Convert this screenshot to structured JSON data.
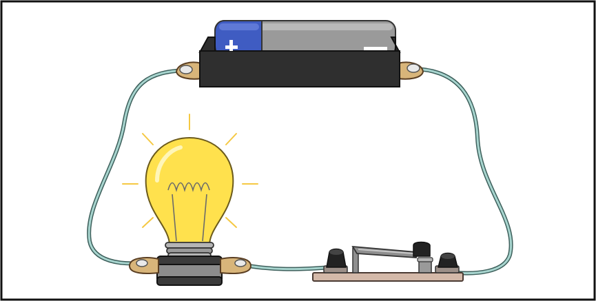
{
  "diagram": {
    "components": [
      {
        "id": "battery",
        "icon": "battery-icon",
        "markings": [
          "+",
          "−"
        ]
      },
      {
        "id": "bulb",
        "icon": "light-bulb-icon",
        "state": "lit"
      },
      {
        "id": "switch",
        "icon": "knife-switch-icon",
        "state": "open"
      },
      {
        "id": "wire",
        "icon": "wire-icon"
      }
    ],
    "colors": {
      "frame": "#111111",
      "wire": "#a8d5cf",
      "wire_outline": "#3d5f5b",
      "battery_box": "#2f2f2f",
      "battery_blue": "#3f5cc2",
      "battery_gray": "#9a9a9a",
      "bulb_glass": "#ffe14d",
      "bulb_glow": "#f5c842",
      "base_dark": "#3b3b3b",
      "base_gray": "#8c8c8c",
      "terminal_plate": "#d8b57a",
      "switch_plate": "#d4b9a9",
      "switch_blade": "#8f8f8f",
      "knob": "#222222"
    }
  }
}
